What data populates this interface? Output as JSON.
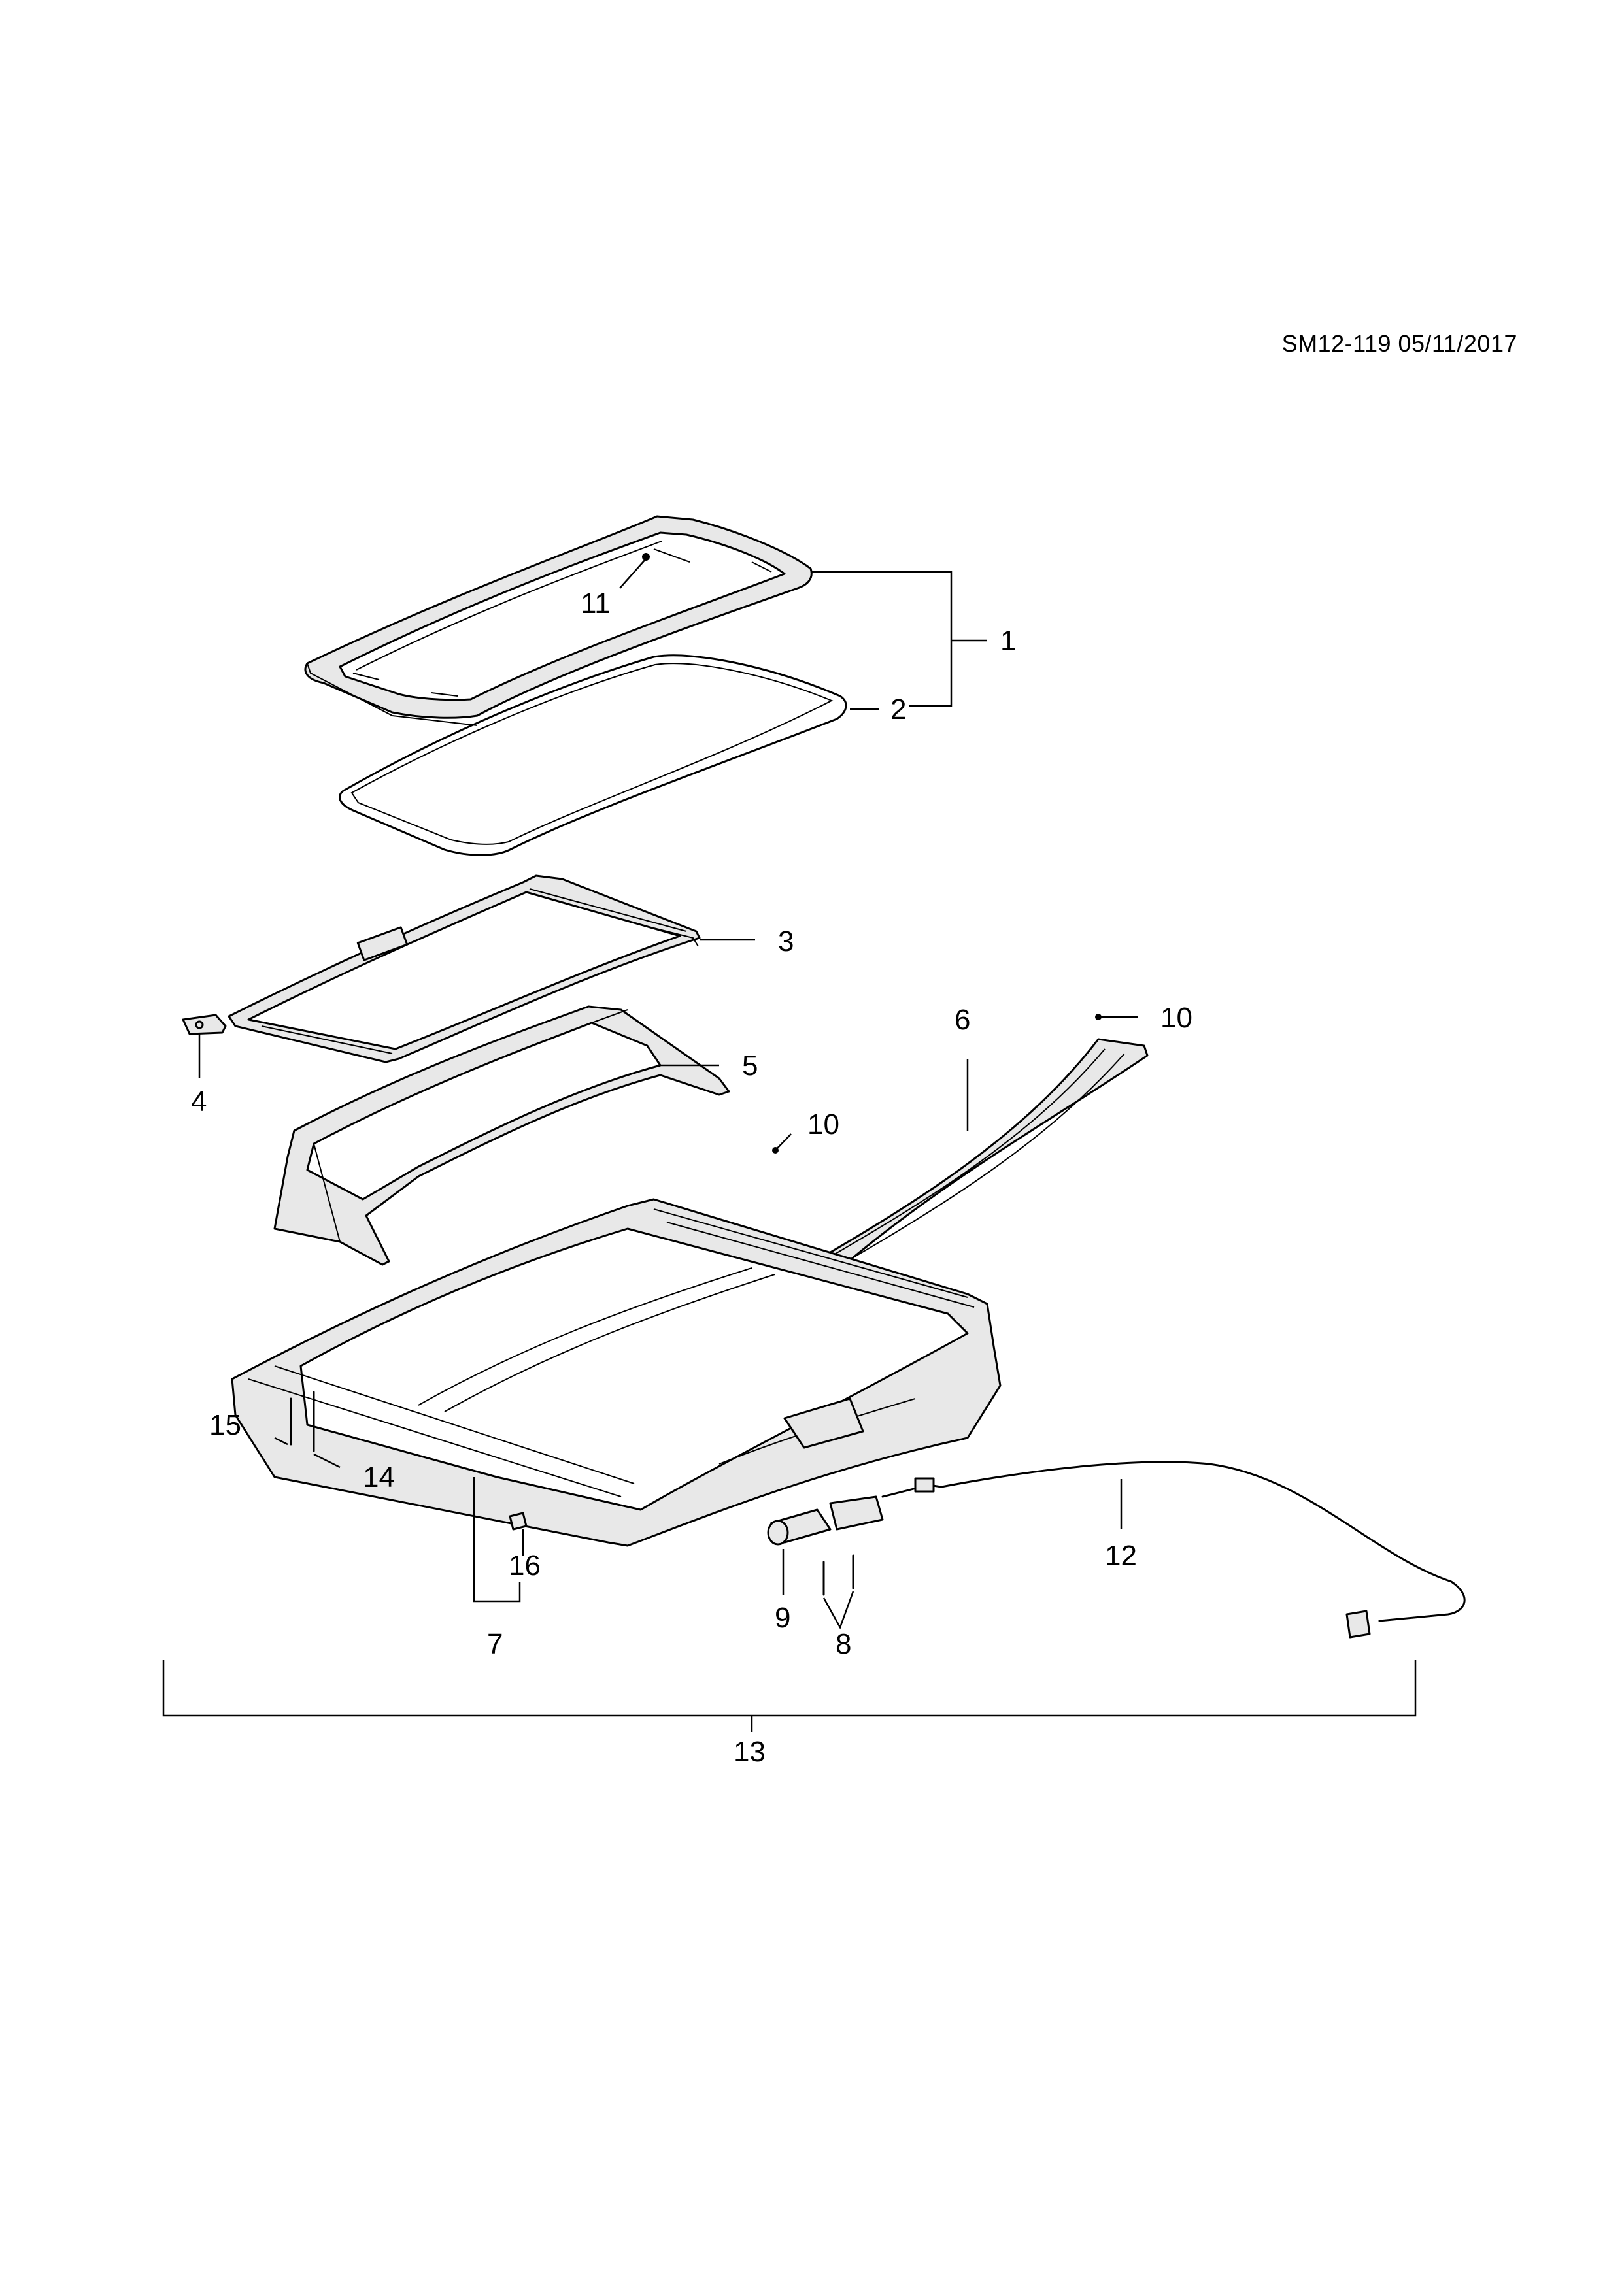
{
  "reference_code": "SM12-119 05/11/2017",
  "callouts": {
    "c1": "1",
    "c2": "2",
    "c3": "3",
    "c4": "4",
    "c5": "5",
    "c6": "6",
    "c7": "7",
    "c8": "8",
    "c9": "9",
    "c10a": "10",
    "c10b": "10",
    "c11": "11",
    "c12": "12",
    "c13": "13",
    "c14": "14",
    "c15": "15",
    "c16": "16"
  }
}
